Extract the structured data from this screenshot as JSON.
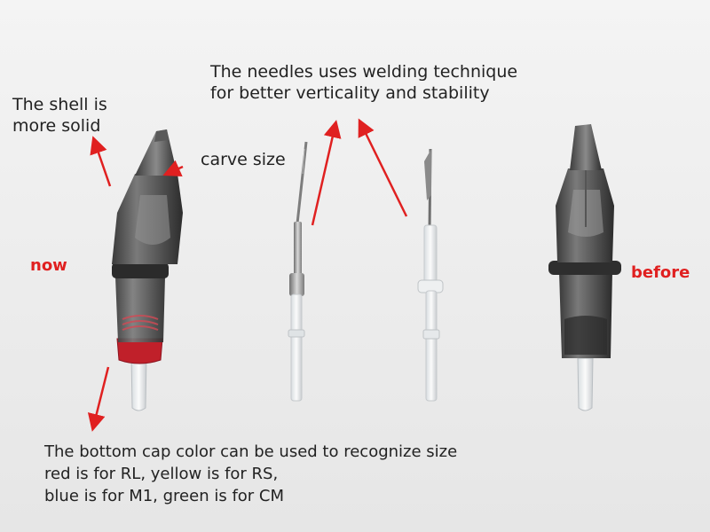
{
  "annotations": {
    "shell_line1": "The shell is",
    "shell_line2": "more solid",
    "carve": "carve size",
    "weld_line1": "The needles uses welding technique",
    "weld_line2": "for better verticality and stability",
    "now": "now",
    "before": "before",
    "cap_line1": "The bottom cap color can be used to recognize size",
    "cap_line2": "red is for RL, yellow is for RS,",
    "cap_line3": "blue is for M1, green is for CM"
  },
  "colors": {
    "arrow": "#e02020",
    "highlight_label": "#e02020",
    "cartridge_body": "#5a5a5a",
    "red_cap": "#c0202a",
    "background": "#eeeeee"
  }
}
